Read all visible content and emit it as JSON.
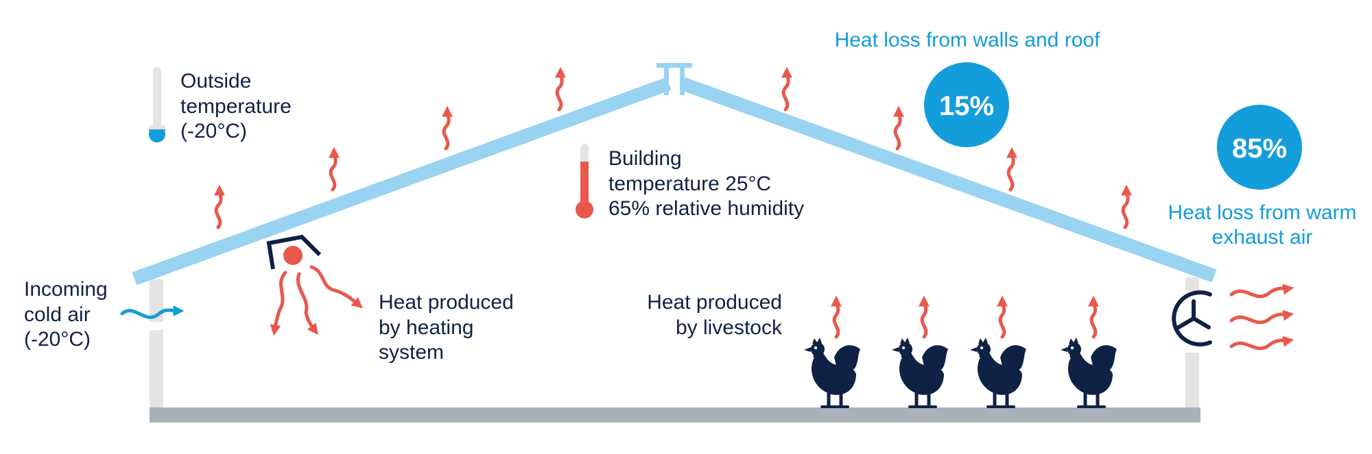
{
  "colors": {
    "roof": "#99d3f2",
    "wall": "#e4e4e4",
    "floor": "#aab0b8",
    "heat": "#e8584c",
    "accent_blue": "#139ddb",
    "navy": "#0f2245"
  },
  "outside": {
    "line1": "Outside",
    "line2": "temperature",
    "line3": "(-20°C)",
    "icon": "thermometer-cold-icon"
  },
  "building": {
    "line1": "Building",
    "line2": "temperature 25°C",
    "line3": "65% relative humidity",
    "icon": "thermometer-warm-icon"
  },
  "incoming": {
    "line1": "Incoming",
    "line2": "cold air",
    "line3": "(-20°C)",
    "icon": "cold-air-arrow-icon"
  },
  "heating": {
    "line1": "Heat produced",
    "line2": "by heating",
    "line3": "system",
    "icon": "heater-icon"
  },
  "livestock": {
    "line1": "Heat produced",
    "line2": "by livestock",
    "icon": "chicken-icon"
  },
  "walls_roof_loss": {
    "title": "Heat loss from walls and roof",
    "percent": "15%"
  },
  "exhaust_loss": {
    "percent": "85%",
    "line1": "Heat loss from warm",
    "line2": "exhaust air",
    "icon": "exhaust-fan-icon"
  }
}
